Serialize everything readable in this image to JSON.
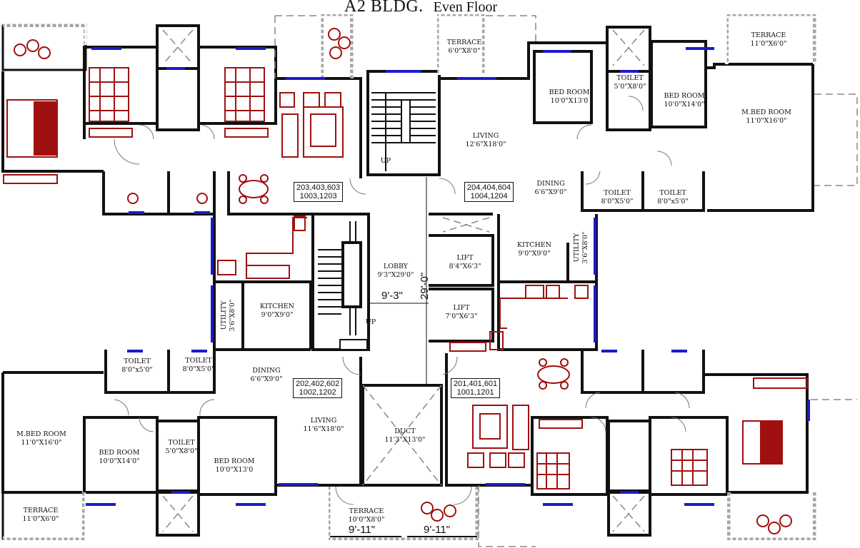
{
  "header": {
    "building": "A2 BLDG.",
    "floor": "Even Floor"
  },
  "units": [
    {
      "id": "top-left",
      "numbers_line1": "203,403,603",
      "numbers_line2": "1003,1203"
    },
    {
      "id": "top-right",
      "numbers_line1": "204,404,604",
      "numbers_line2": "1004,1204"
    },
    {
      "id": "bottom-left",
      "numbers_line1": "202,402,602",
      "numbers_line2": "1002,1202"
    },
    {
      "id": "bottom-right",
      "numbers_line1": "201,401,601",
      "numbers_line2": "1001,1201"
    }
  ],
  "rooms": {
    "top_terrace_center": {
      "name": "TERRACE",
      "dim": "6'0\"X8'0\""
    },
    "top_right_terrace": {
      "name": "TERRACE",
      "dim": "11'0\"X6'0\""
    },
    "tr_living": {
      "name": "LIVING",
      "dim": "12'6\"X18'0\""
    },
    "tr_bedroom1": {
      "name": "BED ROOM",
      "dim": "10'0\"X13'0"
    },
    "tr_toilet": {
      "name": "TOILET",
      "dim": "5'0\"X8'0\""
    },
    "tr_bedroom2": {
      "name": "BED ROOM",
      "dim": "10'0\"X14'0\""
    },
    "tr_mbed": {
      "name": "M.BED ROOM",
      "dim": "11'0\"X16'0\""
    },
    "tr_dining": {
      "name": "DINING",
      "dim": "6'6\"X9'0\""
    },
    "tr_toilet2": {
      "name": "TOILET",
      "dim": "8'0\"X5'0\""
    },
    "tr_toilet3": {
      "name": "TOILET",
      "dim": "8'0\"x5'0\""
    },
    "tr_kitchen": {
      "name": "KITCHEN",
      "dim": "9'0\"X9'0\""
    },
    "tr_utility": {
      "name": "UTILITY",
      "dim": "3'6\"X8'0\""
    },
    "lobby": {
      "name": "LOBBY",
      "dim": "9'3\"X29'0\""
    },
    "lift1": {
      "name": "LIFT",
      "dim": "8'4\"X6'3\""
    },
    "lift2": {
      "name": "LIFT",
      "dim": "7'0\"X6'3\""
    },
    "bl_kitchen": {
      "name": "KITCHEN",
      "dim": "9'0\"X9'0\""
    },
    "bl_utility": {
      "name": "UTILITY",
      "dim": "3'6\"X8'0\""
    },
    "bl_toilet1": {
      "name": "TOILET",
      "dim": "8'0\"x5'0\""
    },
    "bl_toilet2": {
      "name": "TOILET",
      "dim": "8'0\"X5'0\""
    },
    "bl_dining": {
      "name": "DINING",
      "dim": "6'6\"X9'0\""
    },
    "bl_living": {
      "name": "LIVING",
      "dim": "11'6\"X18'0\""
    },
    "bl_mbed": {
      "name": "M.BED ROOM",
      "dim": "11'0\"X16'0\""
    },
    "bl_bedroom1": {
      "name": "BED ROOM",
      "dim": "10'0\"X14'0\""
    },
    "bl_toilet3": {
      "name": "TOILET",
      "dim": "5'0\"X8'0\""
    },
    "bl_bedroom2": {
      "name": "BED ROOM",
      "dim": "10'0\"X13'0"
    },
    "bl_terrace": {
      "name": "TERRACE",
      "dim": "11'0\"X6'0\""
    },
    "duct": {
      "name": "DUCT",
      "dim": "11'3\"X13'0\""
    },
    "bottom_terrace": {
      "name": "TERRACE",
      "dim": "10'0\"X8'0\""
    }
  },
  "stairs": {
    "up_top": "UP",
    "up_mid": "UP"
  },
  "dimensions": {
    "lobby_width": "9'-3\"",
    "lobby_length": "29'-0\"",
    "terrace_left": "9'-11\"",
    "terrace_right": "9'-11\""
  },
  "colors": {
    "wall": "#111111",
    "window": "#1a1acc",
    "furniture": "#a01010",
    "terrace_rail": "#9a9a9a",
    "dashed": "#888888"
  }
}
